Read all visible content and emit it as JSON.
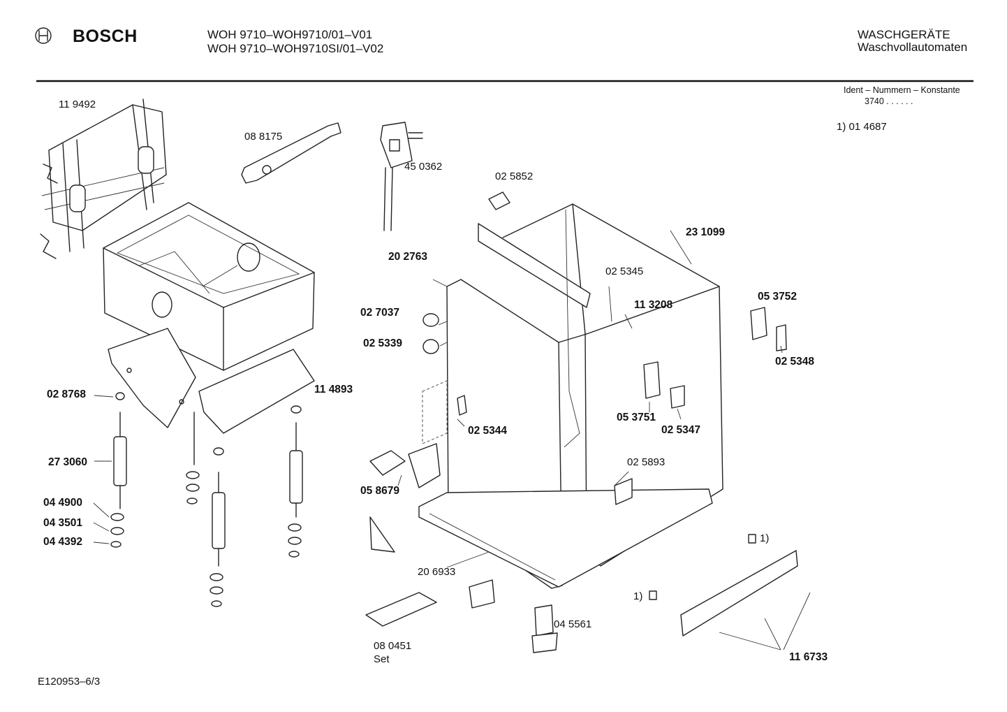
{
  "header": {
    "brand": "BOSCH",
    "model_line_1": "WOH 9710–WOH9710/01–V01",
    "model_line_2": "WOH 9710–WOH9710SI/01–V02",
    "category": "WASCHGERÄTE",
    "subcategory": "Waschvollautomaten"
  },
  "ident": {
    "title": "Ident – Nummern – Konstante",
    "value": "3740  .  .  .  .  .  .",
    "footnote": "1)  01 4687"
  },
  "parts": [
    {
      "id": "p119492",
      "text": "11 9492",
      "bold": false
    },
    {
      "id": "p088175",
      "text": "08 8175",
      "bold": false
    },
    {
      "id": "p450362",
      "text": "45 0362",
      "bold": false
    },
    {
      "id": "p025852",
      "text": "02 5852",
      "bold": false
    },
    {
      "id": "p231099",
      "text": "23 1099",
      "bold": true
    },
    {
      "id": "p202763",
      "text": "20 2763",
      "bold": true
    },
    {
      "id": "p025345",
      "text": "02 5345",
      "bold": false
    },
    {
      "id": "p113208",
      "text": "11 3208",
      "bold": true
    },
    {
      "id": "p053752",
      "text": "05 3752",
      "bold": true
    },
    {
      "id": "p027037",
      "text": "02 7037",
      "bold": true
    },
    {
      "id": "p025339",
      "text": "02 5339",
      "bold": true
    },
    {
      "id": "p025348",
      "text": "02 5348",
      "bold": true
    },
    {
      "id": "p028768",
      "text": "02 8768",
      "bold": true
    },
    {
      "id": "p114893",
      "text": "11 4893",
      "bold": true
    },
    {
      "id": "p025344",
      "text": "02 5344",
      "bold": true
    },
    {
      "id": "p053751",
      "text": "05 3751",
      "bold": true
    },
    {
      "id": "p025347",
      "text": "02 5347",
      "bold": true
    },
    {
      "id": "p273060",
      "text": "27 3060",
      "bold": true
    },
    {
      "id": "p025893",
      "text": "02 5893",
      "bold": false
    },
    {
      "id": "p058679",
      "text": "05 8679",
      "bold": true
    },
    {
      "id": "p044900",
      "text": "04 4900",
      "bold": true
    },
    {
      "id": "p043501",
      "text": "04 3501",
      "bold": true
    },
    {
      "id": "p044392",
      "text": "04 4392",
      "bold": true
    },
    {
      "id": "pnote1a",
      "text": "1)",
      "bold": false
    },
    {
      "id": "p206933",
      "text": "20 6933",
      "bold": false
    },
    {
      "id": "pnote1b",
      "text": "1)",
      "bold": false
    },
    {
      "id": "p045561",
      "text": "04 5561",
      "bold": false
    },
    {
      "id": "p080451",
      "text": "08 0451",
      "bold": false
    },
    {
      "id": "pset",
      "text": "Set",
      "bold": false
    },
    {
      "id": "p116733",
      "text": "11 6733",
      "bold": true
    }
  ],
  "footer": {
    "drawing_number": "E120953–6/3"
  }
}
